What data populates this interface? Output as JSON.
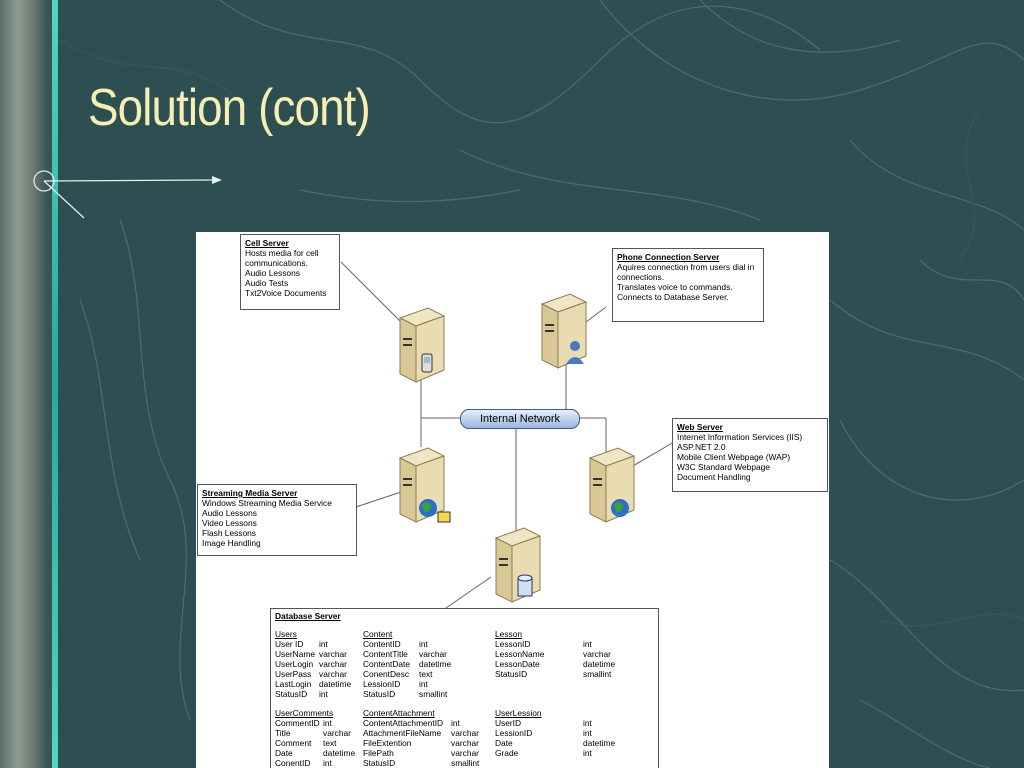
{
  "slide": {
    "title": "Solution (cont)"
  },
  "network": {
    "label": "Internal Network"
  },
  "cell_server": {
    "heading": "Cell Server",
    "lines": [
      "Hosts media for cell",
      "communications.",
      "Audio Lessons",
      "Audio Tests",
      "Txt2Voice Documents"
    ]
  },
  "phone_server": {
    "heading": "Phone Connection Server",
    "lines": [
      "Aquires connection from users dial in",
      "connections.",
      "Translates voice to commands.",
      "Connects to Database Server."
    ]
  },
  "web_server": {
    "heading": "Web Server",
    "lines": [
      "Internet Information Services (IIS)",
      "ASP.NET 2.0",
      "Mobile Client Webpage (WAP)",
      "W3C Standard Webpage",
      "Document Handling"
    ]
  },
  "streaming_server": {
    "heading": "Streaming Media Server",
    "lines": [
      "Windows Streaming Media Service",
      "Audio Lessons",
      "Video Lessons",
      "Flash Lessons",
      "Image Handling"
    ]
  },
  "database_server": {
    "heading": "Database Server",
    "tables": [
      {
        "name": "Users",
        "rows": [
          [
            "User ID",
            "int"
          ],
          [
            "UserName",
            "varchar"
          ],
          [
            "UserLogin",
            "varchar"
          ],
          [
            "UserPass",
            "varchar"
          ],
          [
            "LastLogin",
            "datetime"
          ],
          [
            "StatusID",
            "int"
          ]
        ]
      },
      {
        "name": "Content",
        "rows": [
          [
            "ContentID",
            "int"
          ],
          [
            "ContentTitle",
            "varchar"
          ],
          [
            "ContentDate",
            "datetime"
          ],
          [
            "ConentDesc",
            "text"
          ],
          [
            "LessionID",
            "int"
          ],
          [
            "StatusID",
            "smallint"
          ]
        ]
      },
      {
        "name": "Lesson",
        "rows": [
          [
            "LessonID",
            "int"
          ],
          [
            "LessonName",
            "varchar"
          ],
          [
            "LessonDate",
            "datetime"
          ],
          [
            "StatusID",
            "smallint"
          ]
        ]
      },
      {
        "name": "UserComments",
        "rows": [
          [
            "CommentID",
            "int"
          ],
          [
            "Title",
            "varchar"
          ],
          [
            "Comment",
            "text"
          ],
          [
            "Date",
            "datetime"
          ],
          [
            "ConentID",
            "int"
          ]
        ]
      },
      {
        "name": "ContentAttachment",
        "rows": [
          [
            "ContentAttachmentID",
            "int"
          ],
          [
            "AttachmentFileName",
            "varchar"
          ],
          [
            "FileExtention",
            "varchar"
          ],
          [
            "FilePath",
            "varchar"
          ],
          [
            "StatusID",
            "smallint"
          ]
        ]
      },
      {
        "name": "UserLession",
        "rows": [
          [
            "UserID",
            "int"
          ],
          [
            "LessionID",
            "int"
          ],
          [
            "Date",
            "datetime"
          ],
          [
            "Grade",
            "int"
          ]
        ]
      }
    ]
  }
}
